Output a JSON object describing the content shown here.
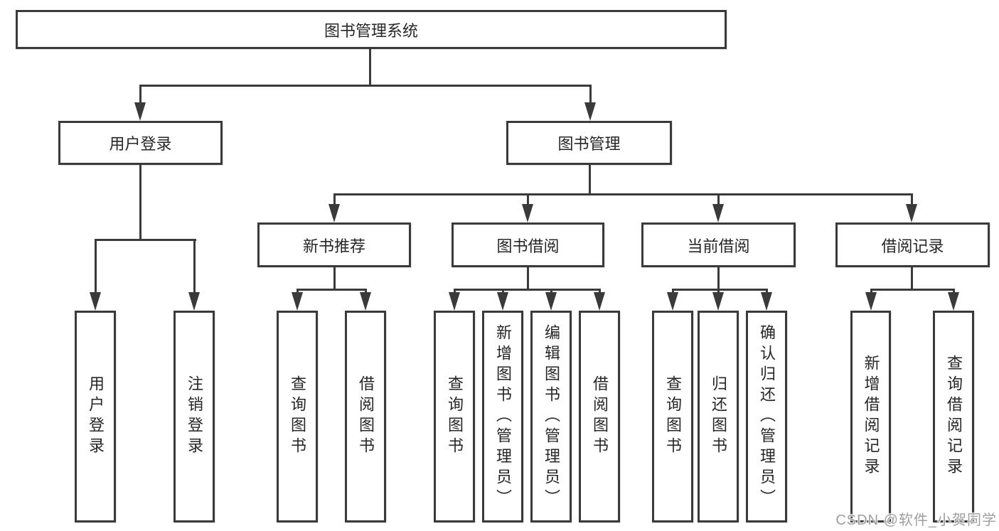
{
  "nodes": {
    "root": "图书管理系统",
    "user_login": "用户登录",
    "book_mgmt": "图书管理",
    "new_books": "新书推荐",
    "book_borrow": "图书借阅",
    "current_borrow": "当前借阅",
    "borrow_records": "借阅记录",
    "leaf_user_login": "用户登录",
    "leaf_logout": "注销登录",
    "leaf_nb_query": "查询图书",
    "leaf_nb_borrow": "借阅图书",
    "leaf_bb_query": "查询图书",
    "leaf_bb_add": "新增图书（管理员）",
    "leaf_bb_edit": "编辑图书（管理员）",
    "leaf_bb_borrow": "借阅图书",
    "leaf_cb_query": "查询图书",
    "leaf_cb_return": "归还图书",
    "leaf_cb_confirm": "确认归还（管理员）",
    "leaf_br_add": "新增借阅记录",
    "leaf_br_query": "查询借阅记录"
  },
  "watermark": "CSDN @软件_小贺同学",
  "colors": {
    "line": "#3a3a3a",
    "text": "#262626",
    "watermark": "#9e9e9e",
    "background": "#ffffff"
  }
}
